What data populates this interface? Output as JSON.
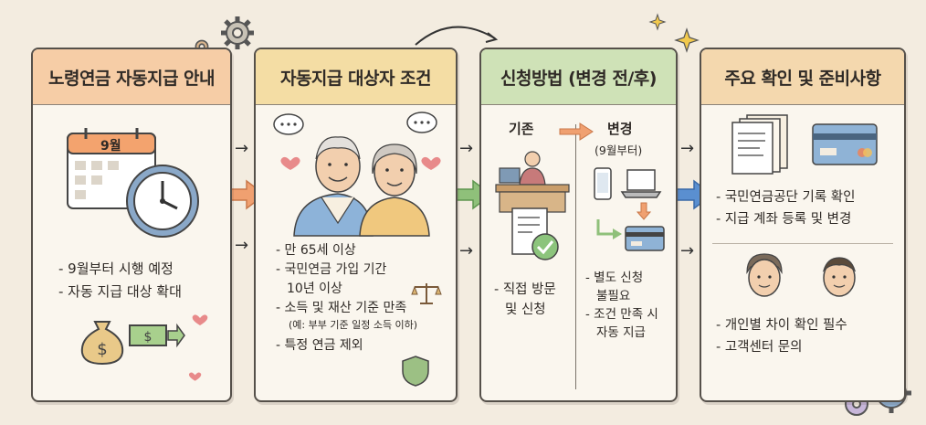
{
  "panels": [
    {
      "title": "노령연금 자동지급 안내",
      "calendar_label": "9월",
      "bullets": [
        "- 9월부터 시행 예정",
        "- 자동 지급 대상 확대"
      ]
    },
    {
      "title": "자동지급 대상자 조건",
      "bullets": [
        "- 만 65세 이상",
        "- 국민연금 가입 기간",
        "  10년 이상",
        "- 소득 및 재산 기준 만족",
        "(예: 부부 기준 일정 소득 이하)",
        "- 특정 연금 제외"
      ]
    },
    {
      "title": "신청방법 (변경 전/후)",
      "before_label": "기존",
      "after_label": "변경",
      "after_sub": "(9월부터)",
      "before_bullets": [
        "- 직접 방문",
        "및 신청"
      ],
      "after_bullets": [
        "- 별도 신청",
        "불필요",
        "- 조건 만족 시",
        "자동 지급"
      ]
    },
    {
      "title": "주요 확인 및 준비사항",
      "bullets_top": [
        "- 국민연금공단 기록 확인",
        "- 지급 계좌 등록 및 변경"
      ],
      "bullets_bottom": [
        "- 개인별 차이 확인 필수",
        "- 고객센터 문의"
      ]
    }
  ],
  "colors": {
    "background": "#f3ece0",
    "header1": "#f6cda6",
    "header2": "#f4dda4",
    "header3": "#cfe2b7",
    "header4": "#f4d8ae",
    "arrow_orange": "#f0a070",
    "arrow_green": "#8fc07a",
    "arrow_blue": "#5a8fd0"
  }
}
